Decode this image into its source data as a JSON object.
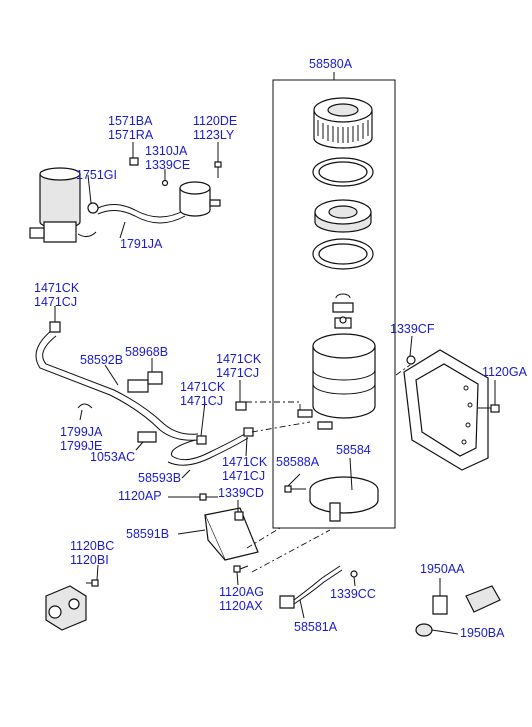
{
  "labels": {
    "l58580A": "58580A",
    "l1571BA": "1571BA",
    "l1571RA": "1571RA",
    "l1120DE": "1120DE",
    "l1123LY": "1123LY",
    "l1310JA": "1310JA",
    "l1339CE": "1339CE",
    "l1751GI": "1751GI",
    "l1791JA": "1791JA",
    "l1471CK_a": "1471CK",
    "l1471CJ_a": "1471CJ",
    "l58592B": "58592B",
    "l58968B": "58968B",
    "l1471CK_b": "1471CK",
    "l1471CJ_b": "1471CJ",
    "l1471CK_c": "1471CK",
    "l1471CJ_c": "1471CJ",
    "l1799JA": "1799JA",
    "l1799JE": "1799JE",
    "l1053AC": "1053AC",
    "l58593B": "58593B",
    "l1471CK_d": "1471CK",
    "l1471CJ_d": "1471CJ",
    "l58588A": "58588A",
    "l58584": "58584",
    "l1339CF": "1339CF",
    "l1120GA": "1120GA",
    "l1120AP": "1120AP",
    "l1339CD": "1339CD",
    "l58591B": "58591B",
    "l1120BC": "1120BC",
    "l1120BI": "1120BI",
    "l1120AG": "1120AG",
    "l1120AX": "1120AX",
    "l1339CC": "1339CC",
    "l58581A": "58581A",
    "l1950AA": "1950AA",
    "l1950BA": "1950BA"
  }
}
